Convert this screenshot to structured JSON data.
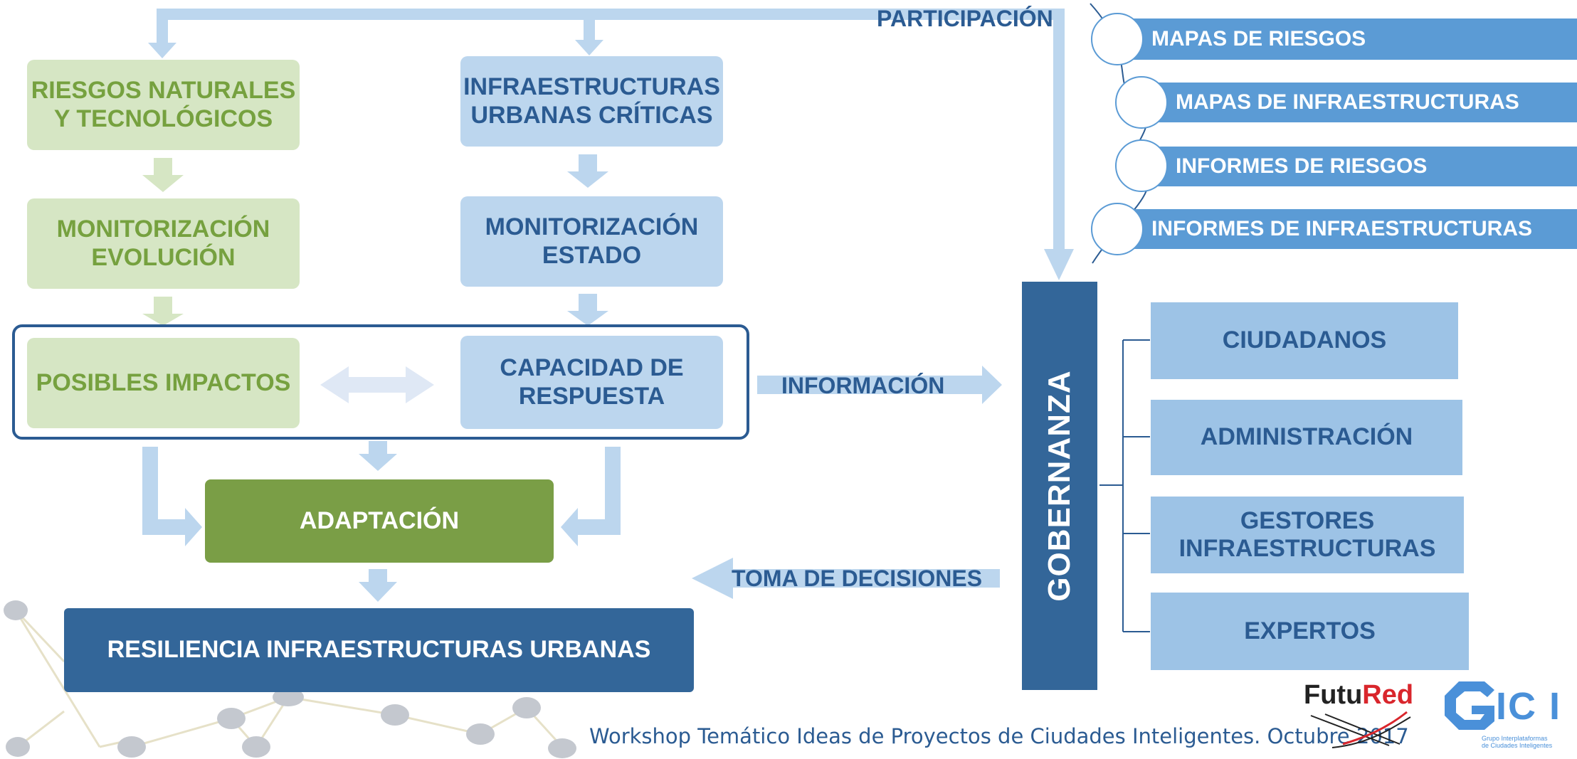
{
  "colors": {
    "green_light": "#d6e6c4",
    "green_text": "#76a13f",
    "green_dark": "#7a9e46",
    "blue_light": "#bcd6ee",
    "blue_text": "#2b5b92",
    "blue_dark": "#336699",
    "blue_bar": "#5b9bd5",
    "stakeholder": "#9dc3e6",
    "arrow": "#bcd6ee"
  },
  "left_column": {
    "risks": "RIESGOS NATURALES\nY TECNOLÓGICOS",
    "monitoring_evolution": "MONITORIZACIÓN\nEVOLUCIÓN",
    "possible_impacts": "POSIBLES IMPACTOS"
  },
  "middle_column": {
    "infrastructures": "INFRAESTRUCTURAS\nURBANAS CRÍTICAS",
    "monitoring_state": "MONITORIZACIÓN\nESTADO",
    "response_capacity": "CAPACIDAD DE\nRESPUESTA"
  },
  "adaptation": "ADAPTACIÓN",
  "resilience": "RESILIENCIA INFRAESTRUCTURAS URBANAS",
  "flows": {
    "participation": "PARTICIPACIÓN",
    "information": "INFORMACIÓN",
    "decisions": "TOMA DE DECISIONES"
  },
  "governance": "GOBERNANZA",
  "outputs": [
    "MAPAS DE RIESGOS",
    "MAPAS DE INFRAESTRUCTURAS",
    "INFORMES DE RIESGOS",
    "INFORMES DE INFRAESTRUCTURAS"
  ],
  "stakeholders": [
    "CIUDADANOS",
    "ADMINISTRACIÓN",
    "GESTORES\nINFRAESTRUCTURAS",
    "EXPERTOS"
  ],
  "footer": "Workshop Temático Ideas de Proyectos de Ciudades Inteligentes. Octubre 2017",
  "logos": {
    "futured_part1": "Futu",
    "futured_part2": "Red",
    "gici": "GICI",
    "gici_caption": "Grupo Interplataformas\nde Ciudades Inteligentes"
  }
}
